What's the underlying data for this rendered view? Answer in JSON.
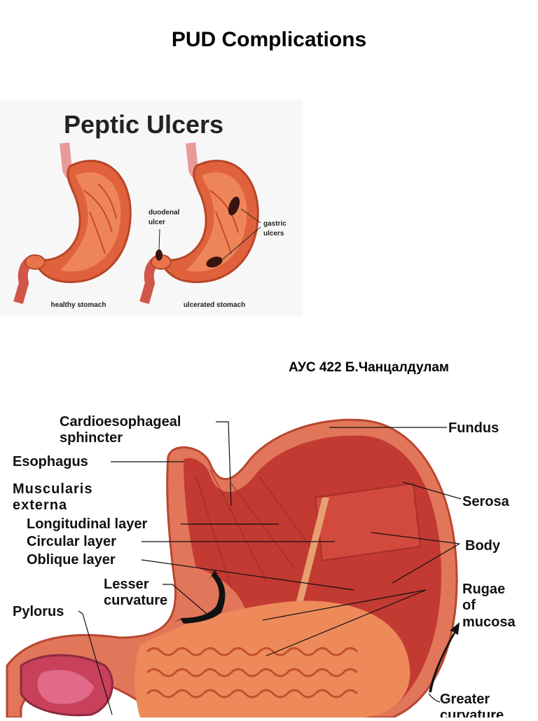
{
  "slide": {
    "title": "PUD Complications",
    "credit": "АУС 422 Б.Чанцалдулам"
  },
  "figure1": {
    "heading": "Peptic Ulcers",
    "labels": {
      "duodenal_line1": "duodenal",
      "duodenal_line2": "ulcer",
      "gastric_line1": "gastric",
      "gastric_line2": "ulcers",
      "healthy": "healthy stomach",
      "ulcerated": "ulcerated stomach"
    }
  },
  "figure2": {
    "labels": {
      "cardio_line1": "Cardioesophageal",
      "cardio_line2": "sphincter",
      "esophagus": "Esophagus",
      "muscularis_line1": "Muscularis",
      "muscularis_line2": "externa",
      "longitudinal": "Longitudinal layer",
      "circular": "Circular layer",
      "oblique": "Oblique layer",
      "lesser_line1": "Lesser",
      "lesser_line2": "curvature",
      "pylorus": "Pylorus",
      "fundus": "Fundus",
      "serosa": "Serosa",
      "body": "Body",
      "rugae_line1": "Rugae",
      "rugae_line2": "of",
      "rugae_line3": "mucosa",
      "greater_line1": "Greater",
      "greater_line2": "curvature"
    }
  },
  "colors": {
    "stomach_outer": "#e0623c",
    "stomach_inner": "#f08a5c",
    "muscle": "#c23a32",
    "mucosa": "#e87a50",
    "ulcer": "#3a1410"
  }
}
